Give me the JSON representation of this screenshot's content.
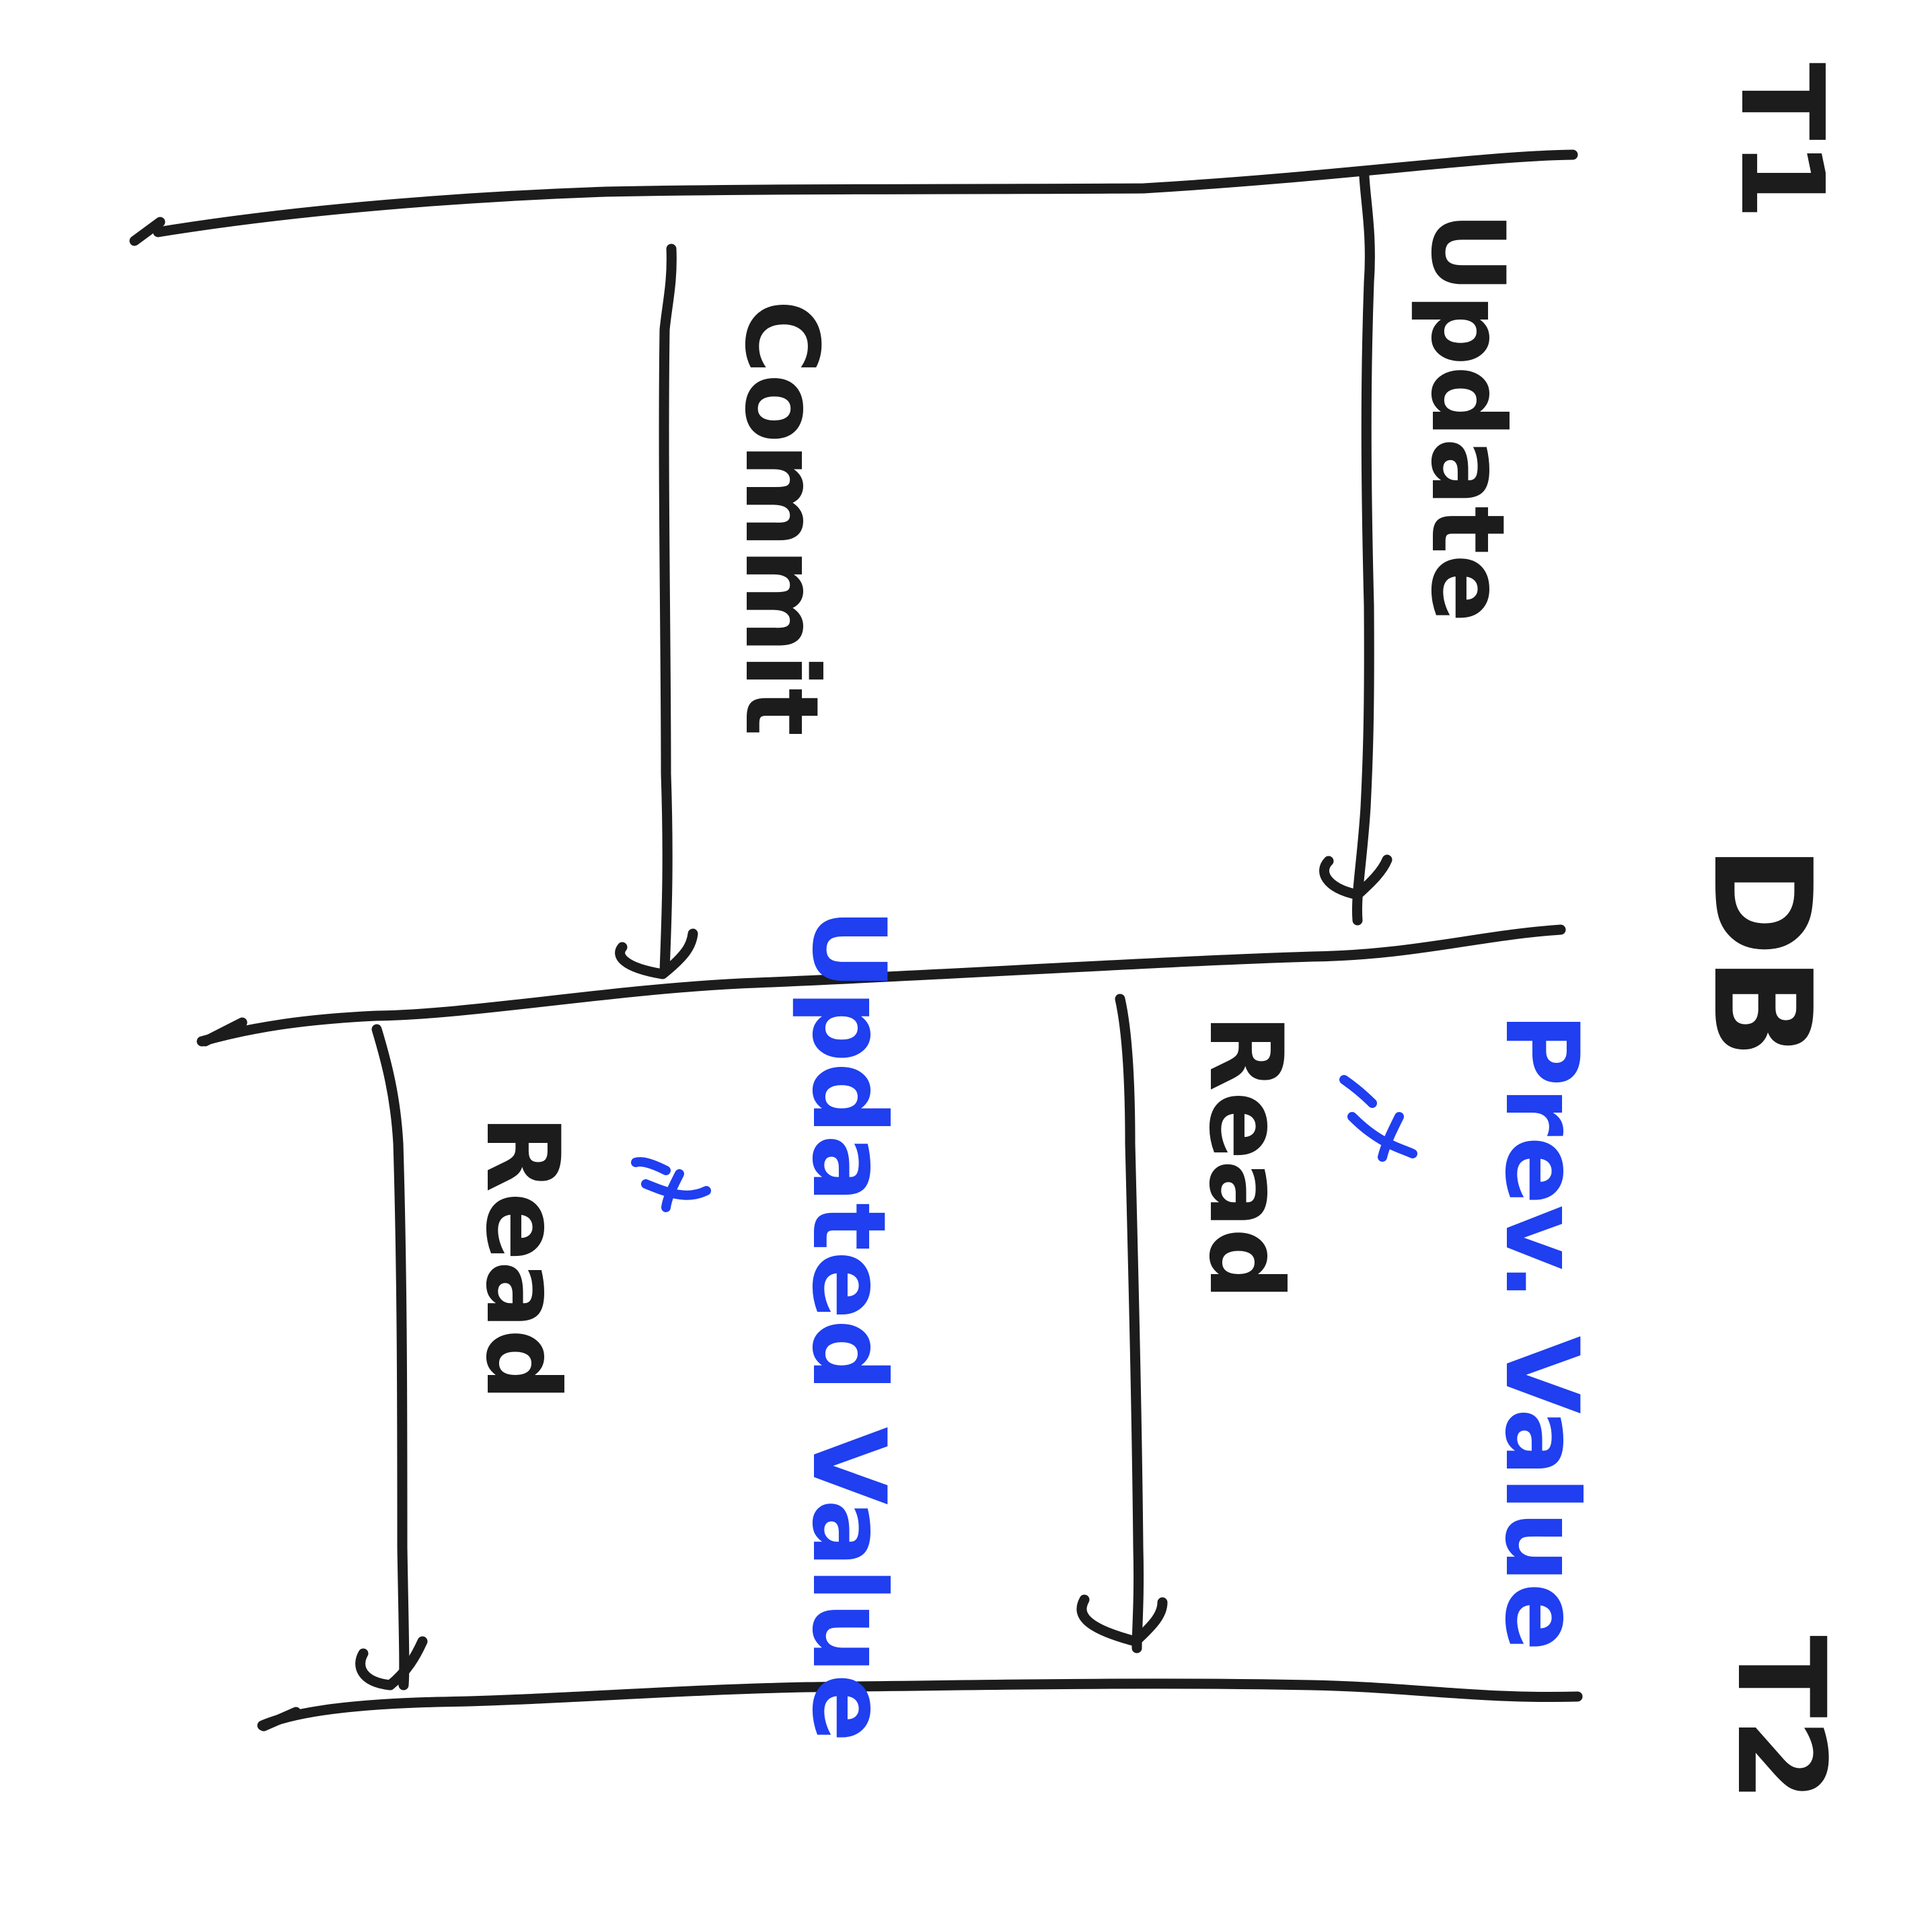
{
  "colors": {
    "ink": "#1c1c1c",
    "accent": "#1f3ff0",
    "paper": "#ffffff"
  },
  "lanes": {
    "t1": "T1",
    "db": "DB",
    "t2": "T2"
  },
  "messages": {
    "update": "Update",
    "commit": "Commit",
    "read_first": "Read",
    "read_second": "Read"
  },
  "annotations": {
    "prev_value": "Prev. Value",
    "updated_value": "Updated Value"
  }
}
